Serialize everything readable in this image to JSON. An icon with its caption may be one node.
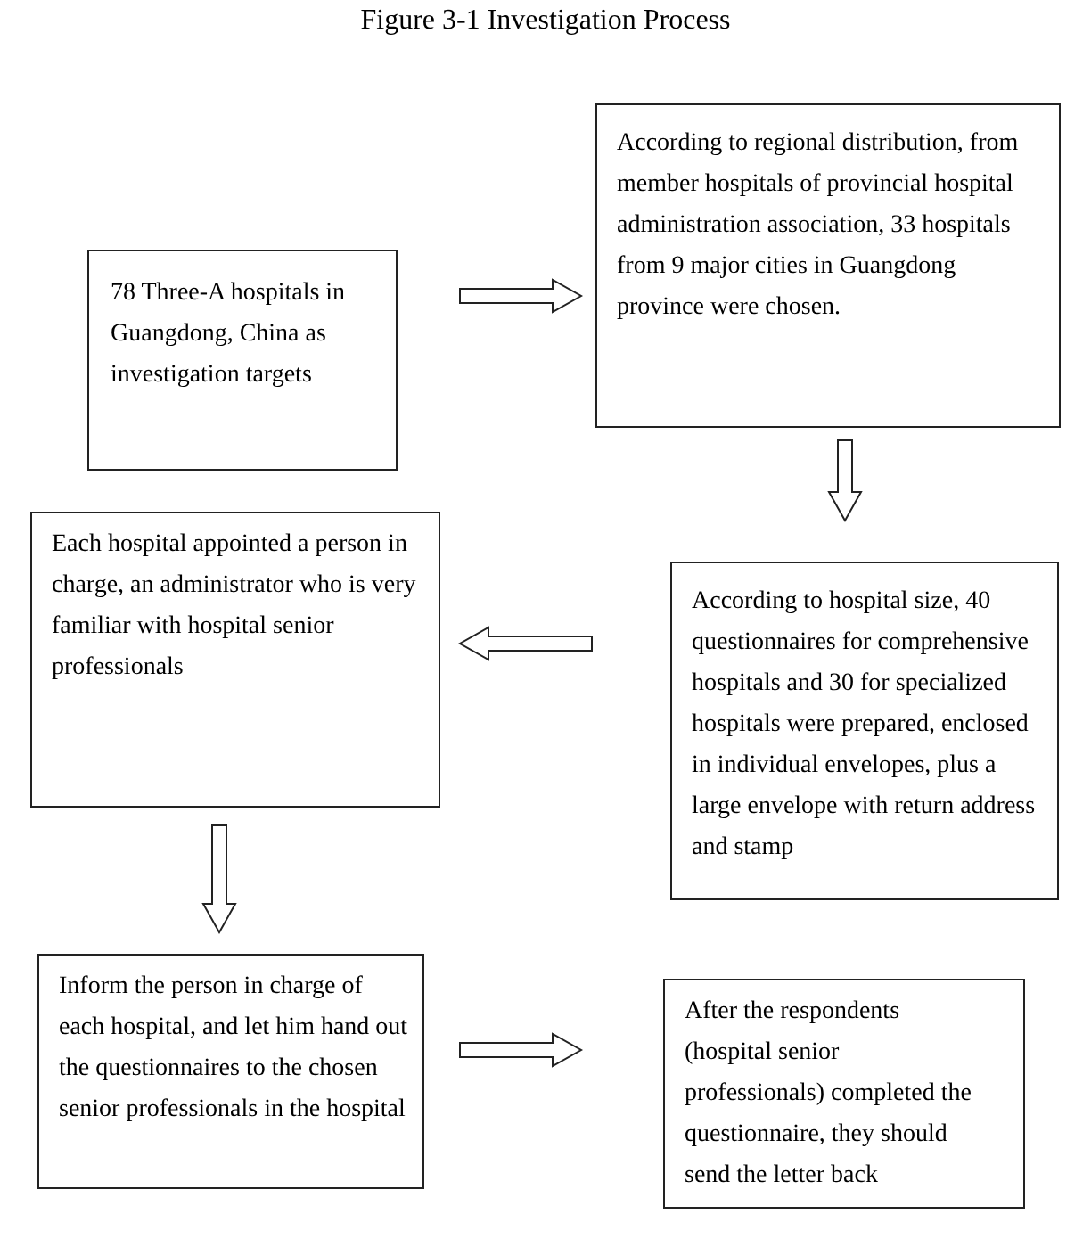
{
  "diagram": {
    "title": "Figure 3-1 Investigation Process",
    "nodes": [
      {
        "text": [
          "78 Three-A hospitals in Guangdong, China as investigation targets"
        ]
      },
      {
        "text": [
          "According to regional distribution, from member hospitals of provincial hospital administration association, 33 hospitals from 9 major cities in Guangdong province were chosen."
        ]
      },
      {
        "text": [
          "Each hospital appointed a person in charge, an administrator who is very familiar with hospital senior professionals"
        ]
      },
      {
        "text": [
          "According to hospital size, 40 questionnaires for comprehensive hospitals and 30 for specialized hospitals were prepared, enclosed in individual envelopes, plus a large envelope with return address and stamp"
        ]
      },
      {
        "text": [
          "Inform the person in charge of each hospital, and let him hand out the questionnaires to the chosen senior professionals in the hospital"
        ]
      },
      {
        "text": [
          "After the respondents (hospital senior professionals) completed the questionnaire, they should send the letter back"
        ]
      }
    ],
    "edges": [
      {
        "from": 0,
        "to": 1,
        "arrow": "to"
      },
      {
        "from": 1,
        "to": 3,
        "arrow": "to"
      },
      {
        "from": 3,
        "to": 2,
        "arrow": "to"
      },
      {
        "from": 2,
        "to": 4,
        "arrow": "to"
      },
      {
        "from": 4,
        "to": 5,
        "arrow": "to"
      }
    ]
  }
}
